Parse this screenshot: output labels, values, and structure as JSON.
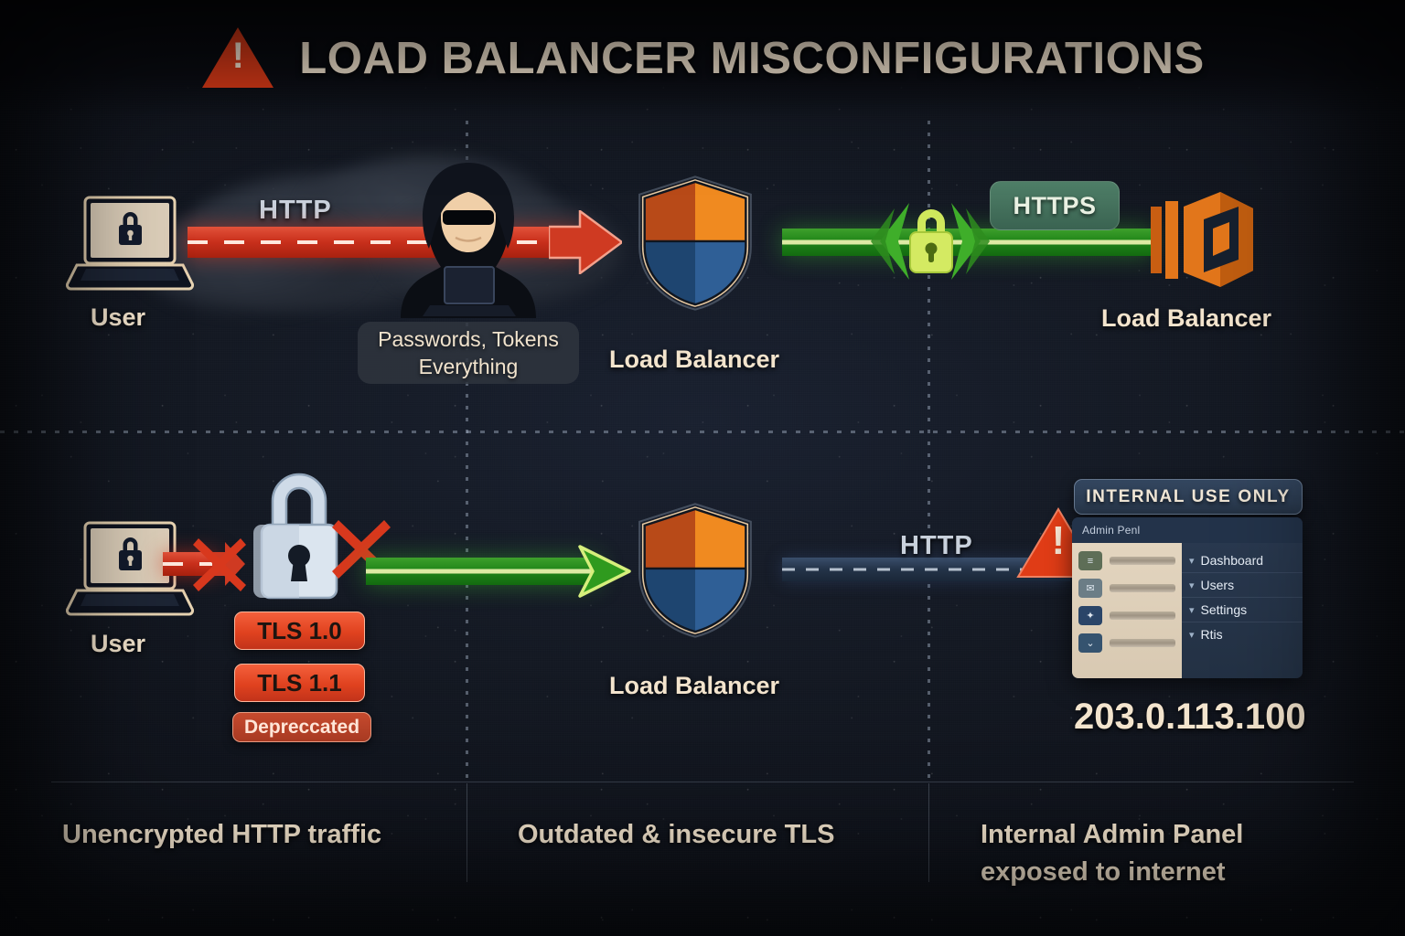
{
  "header": {
    "title": "LOAD BALANCER MISCONFIGURATIONS",
    "warning_icon": "warning-triangle-icon",
    "warning_glyph": "!"
  },
  "colors": {
    "background": "#141923",
    "title_text": "#f6e7d2",
    "warning_red": "#d93a18",
    "insecure_red": "#c9301c",
    "secure_green": "#1f8418",
    "lock_green": "#c7e04a",
    "shield_orange_light": "#f08a20",
    "shield_orange_dark": "#b84a18",
    "shield_blue_light": "#2f5f96",
    "shield_blue_dark": "#1e4570",
    "shield_border": "#e8c9a0",
    "aws_orange": "#e2761b",
    "panel_blue": "#23314a",
    "http_label": "#c9d1dc"
  },
  "row1": {
    "user": {
      "label": "User",
      "icon": "laptop-lock-icon"
    },
    "protocol_label": "HTTP",
    "cloud_icon": "cloud-icon",
    "insecure_arrow": "red-dashed-arrow-icon",
    "attacker": {
      "icon": "hacker-icon",
      "caption_line1": "Passwords, Tokens",
      "caption_line2": "Everything"
    },
    "load_balancer_shield": {
      "label": "Load Balancer",
      "icon": "shield-icon"
    },
    "secure_arrow": "green-arrow-icon",
    "lock_badge_icon": "padlock-closed-icon",
    "https_label": "HTTPS",
    "load_balancer_aws": {
      "label": "Load Balancer",
      "icon": "aws-load-balancer-icon"
    }
  },
  "row2": {
    "user": {
      "label": "User",
      "icon": "laptop-lock-icon"
    },
    "blocked_icon": "red-x-icon",
    "blocked_icon_2": "red-x-icon",
    "broken_lock_icon": "padlock-open-icon",
    "tls_badges": [
      {
        "label": "TLS 1.0",
        "state": "insecure"
      },
      {
        "label": "TLS 1.1",
        "state": "insecure"
      },
      {
        "label": "Depreccated",
        "state": "deprecated"
      }
    ],
    "secure_arrow": "green-arrow-icon",
    "load_balancer_shield": {
      "label": "Load Balancer",
      "icon": "shield-icon"
    },
    "protocol_label": "HTTP",
    "exposure_warning_icon": "warning-triangle-icon",
    "exposure_warning_glyph": "!",
    "admin_panel": {
      "banner": "INTERNAL USE ONLY",
      "titlebar": "Admin Penl",
      "content_rows": [
        {
          "icon": "list-icon"
        },
        {
          "icon": "mail-icon"
        },
        {
          "icon": "bolt-icon"
        },
        {
          "icon": "chevron-down-icon"
        }
      ],
      "menu_items": [
        {
          "label": "Dashboard",
          "icon": "chevron-down-icon"
        },
        {
          "label": "Users",
          "icon": "chevron-down-icon"
        },
        {
          "label": "Settings",
          "icon": "chevron-down-icon"
        },
        {
          "label": "Rtis",
          "icon": "chevron-down-icon"
        }
      ]
    },
    "public_ip": "203.0.113.100"
  },
  "footer": {
    "captions": [
      {
        "line1": "Unencrypted HTTP traffic",
        "line2": ""
      },
      {
        "line1": "Outdated & insecure TLS",
        "line2": ""
      },
      {
        "line1": "Internal Admin Panel",
        "line2": "exposed to internet"
      }
    ]
  }
}
